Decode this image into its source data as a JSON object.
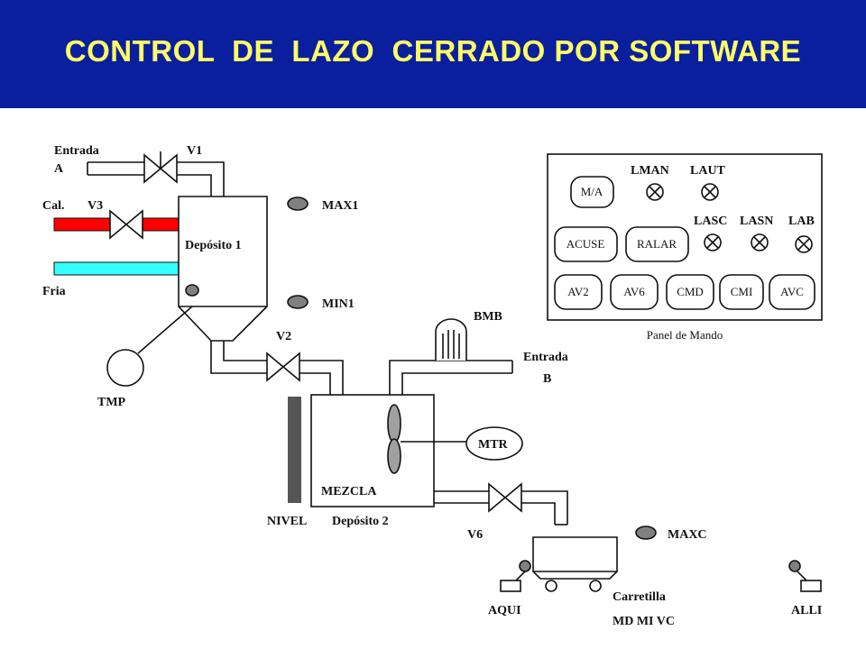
{
  "header": {
    "title": "CONTROL  DE  LAZO  CERRADO POR SOFTWARE"
  },
  "labels": {
    "entrada_a_1": "Entrada",
    "entrada_a_2": "A",
    "v1": "V1",
    "cal": "Cal.",
    "v3": "V3",
    "fria": "Fria",
    "deposito1": "Depósito 1",
    "max1": "MAX1",
    "min1": "MIN1",
    "tmp": "TMP",
    "v2": "V2",
    "bmb": "BMB",
    "entrada_b_1": "Entrada",
    "entrada_b_2": "B",
    "mtr": "MTR",
    "mezcla": "MEZCLA",
    "nivel": "NIVEL",
    "deposito2": "Depósito 2",
    "v6": "V6",
    "maxc": "MAXC",
    "aqui": "AQUI",
    "carretilla": "Carretilla",
    "md_mi_vc": "MD MI VC",
    "alli": "ALLI"
  },
  "panel": {
    "title": "Panel de Mando",
    "lamp_labels": [
      "LMAN",
      "LAUT",
      "LASC",
      "LASN",
      "LAB"
    ],
    "buttons": [
      "M/A",
      "ACUSE",
      "RALAR",
      "AV2",
      "AV6",
      "CMD",
      "CMI",
      "AVC"
    ]
  },
  "colors": {
    "header_bg": "#0a1f9e",
    "title": "#ffff66",
    "hot_pipe": "#ff0000",
    "cold_pipe": "#33ffff",
    "sensor": "#808080"
  }
}
